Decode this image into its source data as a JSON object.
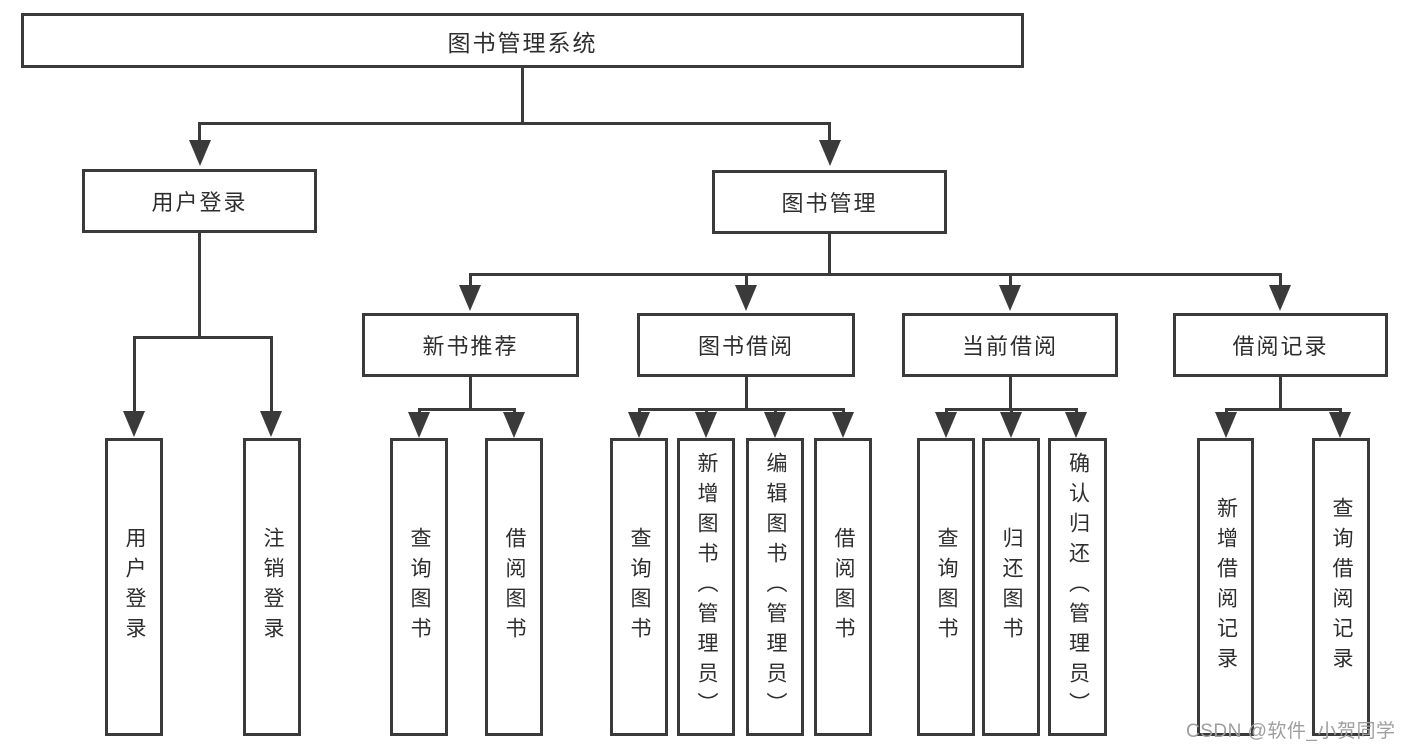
{
  "nodes": {
    "root": "图书管理系统",
    "user_login": "用户登录",
    "book_mgmt": "图书管理",
    "new_book_rec": "新书推荐",
    "book_borrow": "图书借阅",
    "current_borrow": "当前借阅",
    "borrow_record": "借阅记录",
    "leaf_user_login": "用户登录",
    "leaf_logout": "注销登录",
    "leaf_nb_query": "查询图书",
    "leaf_nb_borrow": "借阅图书",
    "leaf_bb_query": "查询图书",
    "leaf_bb_add": "新增图书（管理员）",
    "leaf_bb_edit": "编辑图书（管理员）",
    "leaf_bb_borrow": "借阅图书",
    "leaf_cb_query": "查询图书",
    "leaf_cb_return": "归还图书",
    "leaf_cb_confirm": "确认归还（管理员）",
    "leaf_br_add": "新增借阅记录",
    "leaf_br_query": "查询借阅记录"
  },
  "edges": [
    {
      "from": "图书管理系统",
      "to": "用户登录"
    },
    {
      "from": "图书管理系统",
      "to": "图书管理"
    },
    {
      "from": "用户登录",
      "to": "用户登录"
    },
    {
      "from": "用户登录",
      "to": "注销登录"
    },
    {
      "from": "图书管理",
      "to": "新书推荐"
    },
    {
      "from": "图书管理",
      "to": "图书借阅"
    },
    {
      "from": "图书管理",
      "to": "当前借阅"
    },
    {
      "from": "图书管理",
      "to": "借阅记录"
    },
    {
      "from": "新书推荐",
      "to": "查询图书"
    },
    {
      "from": "新书推荐",
      "to": "借阅图书"
    },
    {
      "from": "图书借阅",
      "to": "查询图书"
    },
    {
      "from": "图书借阅",
      "to": "新增图书（管理员）"
    },
    {
      "from": "图书借阅",
      "to": "编辑图书（管理员）"
    },
    {
      "from": "图书借阅",
      "to": "借阅图书"
    },
    {
      "from": "当前借阅",
      "to": "查询图书"
    },
    {
      "from": "当前借阅",
      "to": "归还图书"
    },
    {
      "from": "当前借阅",
      "to": "确认归还（管理员）"
    },
    {
      "from": "借阅记录",
      "to": "新增借阅记录"
    },
    {
      "from": "借阅记录",
      "to": "查询借阅记录"
    }
  ],
  "watermark": "CSDN @软件_小贺同学",
  "colors": {
    "line": "#3a3a3a",
    "text": "#2e2e2e",
    "watermark": "#9e9e9e",
    "background": "#ffffff"
  }
}
